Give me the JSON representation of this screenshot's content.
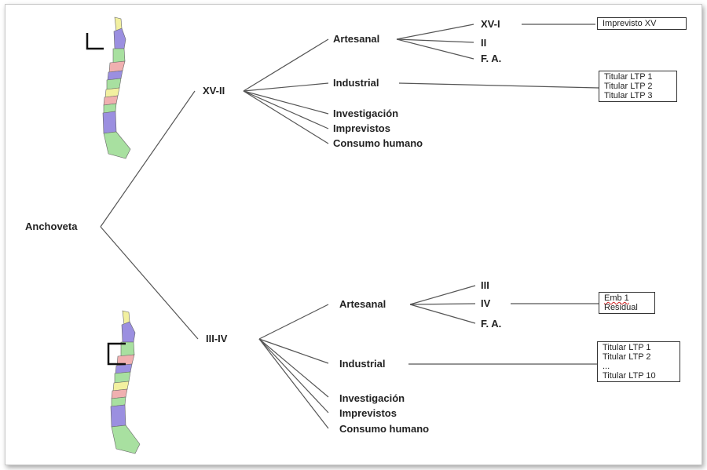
{
  "root": "Anchoveta",
  "north": {
    "zone": "XV-II",
    "artesanal": "Artesanal",
    "artesanal_sub": [
      "XV-I",
      "II",
      "F. A."
    ],
    "artesanal_box": [
      "Imprevisto XV"
    ],
    "industrial": "Industrial",
    "industrial_box": [
      "Titular LTP 1",
      "Titular LTP 2",
      "Titular LTP 3"
    ],
    "investigacion": "Investigación",
    "imprevistos": "Imprevistos",
    "consumo": "Consumo humano"
  },
  "south": {
    "zone": "III-IV",
    "artesanal": "Artesanal",
    "artesanal_sub": [
      "III",
      "IV",
      "F. A."
    ],
    "artesanal_box": [
      "Emb 1",
      "Residual"
    ],
    "industrial": "Industrial",
    "industrial_box": [
      "Titular LTP 1",
      "Titular LTP 2",
      "...",
      "Titular LTP 10"
    ],
    "investigacion": "Investigación",
    "imprevistos": "Imprevistos",
    "consumo": "Consumo humano"
  },
  "colors": {
    "line": "#555555",
    "map_purple": "#9b8fe0",
    "map_green": "#a8e0a0",
    "map_yellow": "#f2f0a0",
    "map_pink": "#f0b0b0"
  }
}
